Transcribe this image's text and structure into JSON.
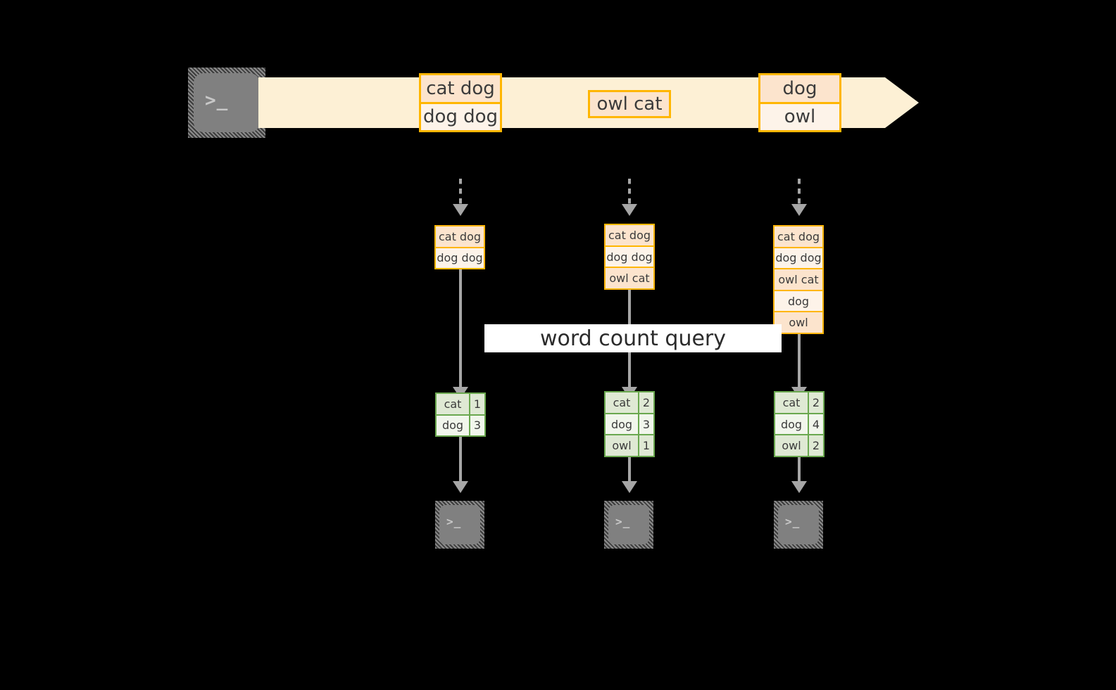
{
  "diagram": {
    "caption": "word count query",
    "source_icon": "terminal-icon",
    "sink_icon": "terminal-icon",
    "icon_glyph": ">_",
    "colors": {
      "background": "#000000",
      "stream_band": "#fdf0d5",
      "event_border": "#ffb600",
      "event_fill_dark": "#fce4cd",
      "event_fill_light": "#fdf3e9",
      "table_border": "#6aa84f",
      "table_fill_dark": "#dfe9d4",
      "table_fill_light": "#f1f6ec",
      "arrow_gray": "#a6a6a6",
      "icon_gray": "#808080",
      "caption_band": "#ffffff",
      "text": "#3b3b3b"
    }
  },
  "stream": {
    "events": [
      {
        "lines": [
          "cat dog",
          "dog dog"
        ]
      },
      {
        "lines": [
          "owl cat"
        ]
      },
      {
        "lines": [
          "dog",
          "owl"
        ]
      }
    ]
  },
  "snapshots": [
    {
      "input_lines": [
        "cat dog",
        "dog dog"
      ],
      "result": {
        "rows": [
          {
            "word": "cat",
            "count": "1"
          },
          {
            "word": "dog",
            "count": "3"
          }
        ]
      }
    },
    {
      "input_lines": [
        "cat dog",
        "dog dog",
        "owl cat"
      ],
      "result": {
        "rows": [
          {
            "word": "cat",
            "count": "2"
          },
          {
            "word": "dog",
            "count": "3"
          },
          {
            "word": "owl",
            "count": "1"
          }
        ]
      }
    },
    {
      "input_lines": [
        "cat dog",
        "dog dog",
        "owl cat",
        "dog",
        "owl"
      ],
      "result": {
        "rows": [
          {
            "word": "cat",
            "count": "2"
          },
          {
            "word": "dog",
            "count": "4"
          },
          {
            "word": "owl",
            "count": "2"
          }
        ]
      }
    }
  ]
}
